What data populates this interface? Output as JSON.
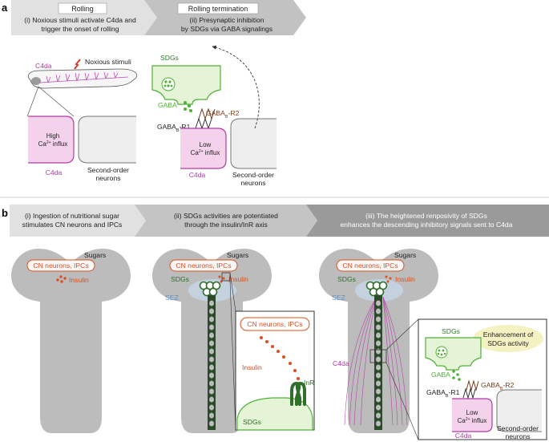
{
  "colors": {
    "c4da_magenta": "#b23aa5",
    "c4da_fill": "#f4d2ec",
    "sdg_green": "#4fb135",
    "sdg_fill": "#e5f4d6",
    "sdg_dark": "#2f6f2a",
    "insulin_orange": "#dd4f1f",
    "gabab_r2_brown": "#7b3b18",
    "sez_blue": "#5f93c9",
    "brain_gray": "#bcbcbc",
    "banner_light": "#e1e1e1",
    "banner_mid": "#c4c4c4",
    "banner_dark": "#9a9a9a"
  },
  "panel_a": {
    "label": "a",
    "rolling": {
      "tag": "Rolling",
      "line1": "(i) Noxious stimuli activate C4da and",
      "line2": "trigger the onset of rolling",
      "c4da_label": "C4da",
      "noxious_label": "Noxious stimuli",
      "high": "High",
      "ca": "Ca",
      "ca_sup": "2+",
      "influx": " influx",
      "c4da_bottom": "C4da",
      "second_order_1": "Second-order",
      "second_order_2": "neurons"
    },
    "termination": {
      "tag": "Rolling termination",
      "line1": "(ii) Presynaptic inhibition",
      "line2": "by SDGs via GABA signalings",
      "sdgs": "SDGs",
      "gaba": "GABA",
      "gabab": "GABA",
      "gabab_sub": "B",
      "r1": "-R1",
      "r2": "-R2",
      "low": "Low",
      "ca": "Ca",
      "ca_sup": "2+",
      "influx": " influx",
      "c4da_bottom": "C4da",
      "second_order_1": "Second-order",
      "second_order_2": "neurons"
    }
  },
  "panel_b": {
    "label": "b",
    "step1": {
      "line1": "(i) Ingestion of nutritional sugar",
      "line2": "stimulates CN neurons and IPCs",
      "sugars": "Sugars",
      "cn_ipc": "CN neurons, IPCs",
      "insulin": "Insulin"
    },
    "step2": {
      "line1": "(ii) SDGs activities are potentiated",
      "line2": "through the insulin/InR axis",
      "sugars": "Sugars",
      "cn_ipc": "CN neurons, IPCs",
      "sdgs": "SDGs",
      "insulin": "Insulin",
      "sez": "SEZ",
      "inset_cn_ipc": "CN neurons, IPCs",
      "inset_insulin": "Insulin",
      "inset_inr": "InR",
      "inset_sdgs": "SDGs"
    },
    "step3": {
      "line1": "(iii) The heightened renposivity of SDGs",
      "line2": "enhances the descending inhibitory signals sent to C4da",
      "sugars": "Sugars",
      "cn_ipc": "CN neurons, IPCs",
      "sdgs": "SDGs",
      "insulin": "Insulin",
      "sez": "SEZ",
      "c4da": "C4da",
      "inset_sdgs": "SDGs",
      "enhancement_1": "Enhancement of",
      "enhancement_2": "SDGs activity",
      "gaba": "GABA",
      "gabab": "GABA",
      "gabab_sub": "B",
      "r1": "-R1",
      "r2": "-R2",
      "low": "Low",
      "ca": "Ca",
      "ca_sup": "2+",
      "influx": " influx",
      "c4da_bottom": "C4da",
      "second_order_1": "Second-order",
      "second_order_2": "neurons"
    }
  }
}
